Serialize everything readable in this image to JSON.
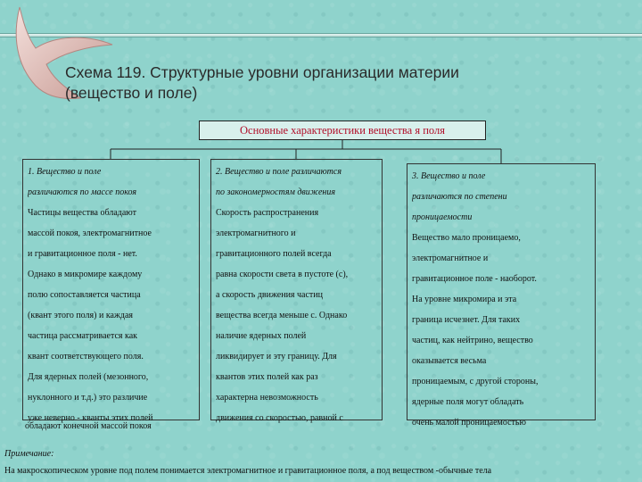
{
  "slide": {
    "title_line1": "Схема 119. Структурные уровни организации материи",
    "title_line2": "(вещество и поле)",
    "main_box": "Основные характеристики вещества я поля",
    "columns": [
      {
        "lines": [
          {
            "text": "1. Вещество и поле",
            "italic": true
          },
          {
            "text": "различаются по массе покоя",
            "italic": true
          },
          {
            "text": "Частицы вещества обладают",
            "italic": false
          },
          {
            "text": "массой покоя, электромагнитное",
            "italic": false
          },
          {
            "text": "и гравитационное поля - нет.",
            "italic": false
          },
          {
            "text": "Однако в микромире каждому",
            "italic": false
          },
          {
            "text": "полю сопоставляется частица",
            "italic": false
          },
          {
            "text": "(квант этого поля) и каждая",
            "italic": false
          },
          {
            "text": "частица рассматривается как",
            "italic": false
          },
          {
            "text": "квант соответствующего поля.",
            "italic": false
          },
          {
            "text": "Для ядерных полей (мезонного,",
            "italic": false
          },
          {
            "text": "нуклонного и т.д.) это различие",
            "italic": false
          },
          {
            "text": "уже неверно - кванты этих полей",
            "italic": false
          }
        ],
        "extra": "обладают конечной массой покоя"
      },
      {
        "lines": [
          {
            "text": "2. Вещество и поле различаются",
            "italic": true
          },
          {
            "text": "по закономерностям движения",
            "italic": true
          },
          {
            "text": "Скорость распространения",
            "italic": false
          },
          {
            "text": "электромагнитного и",
            "italic": false
          },
          {
            "text": "гравитационного полей всегда",
            "italic": false
          },
          {
            "text": "равна скорости света в пустоте (с),",
            "italic": false
          },
          {
            "text": "а скорость движения частиц",
            "italic": false
          },
          {
            "text": "вещества всегда меньше с. Однако",
            "italic": false
          },
          {
            "text": "наличие ядерных полей",
            "italic": false
          },
          {
            "text": "ликвидирует и эту границу. Для",
            "italic": false
          },
          {
            "text": "квантов этих полей как раз",
            "italic": false
          },
          {
            "text": "характерна невозможность",
            "italic": false
          },
          {
            "text": "движения со скоростью, равной с",
            "italic": false
          }
        ]
      },
      {
        "lines": [
          {
            "text": "3. Вещество и поле",
            "italic": true
          },
          {
            "text": "различаются по степени",
            "italic": true
          },
          {
            "text": "проницаемости",
            "italic": true
          },
          {
            "text": "Вещество мало проницаемо,",
            "italic": false
          },
          {
            "text": "электромагнитное и",
            "italic": false
          },
          {
            "text": "гравитационное поле - наоборот.",
            "italic": false
          },
          {
            "text": "На уровне микромира и эта",
            "italic": false
          },
          {
            "text": "граница исчезнет. Для таких",
            "italic": false
          },
          {
            "text": "частиц, как нейтрино, вещество",
            "italic": false
          },
          {
            "text": "оказывается весьма",
            "italic": false
          },
          {
            "text": "проницаемым, с другой стороны,",
            "italic": false
          },
          {
            "text": "ядерные поля могут обладать",
            "italic": false
          },
          {
            "text": "очень малой проницаемостью",
            "italic": false
          }
        ]
      }
    ],
    "note_label": "Примечание:",
    "note_text": "На макроскопическом уровне под полем понимается электромагнитное и гравитационное поля, а под веществом -обычные тела"
  },
  "colors": {
    "background": "#8fd3cc",
    "heading_box_text": "#b10f2a",
    "logo_fill": "#d9b3ad"
  }
}
